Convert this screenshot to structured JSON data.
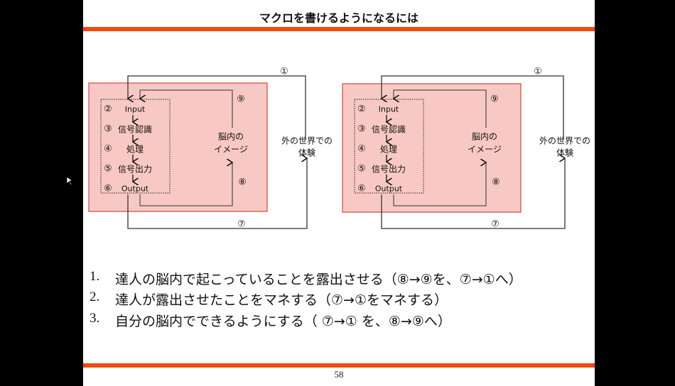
{
  "slide": {
    "title": "マクロを書けるようになるには",
    "page_number": "58",
    "accent_color": "#f24a0c",
    "box_color": "#f8c9c4"
  },
  "diagrams": [
    {
      "steps": [
        {
          "num": "②",
          "label": "Input"
        },
        {
          "num": "③",
          "label": "信号認識"
        },
        {
          "num": "④",
          "label": "処理"
        },
        {
          "num": "⑤",
          "label": "信号出力"
        },
        {
          "num": "⑥",
          "label": "Output"
        }
      ],
      "brain_line1": "脳内の",
      "brain_line2": "イメージ",
      "world_line1": "外の世界での",
      "world_line2": "体験",
      "arrow_labels": {
        "a1": "①",
        "a7": "⑦",
        "a8": "⑧",
        "a9": "⑨"
      }
    },
    {
      "steps": [
        {
          "num": "②",
          "label": "Input"
        },
        {
          "num": "③",
          "label": "信号認識"
        },
        {
          "num": "④",
          "label": "処理"
        },
        {
          "num": "⑤",
          "label": "信号出力"
        },
        {
          "num": "⑥",
          "label": "Output"
        }
      ],
      "brain_line1": "脳内の",
      "brain_line2": "イメージ",
      "world_line1": "外の世界での",
      "world_line2": "体験",
      "arrow_labels": {
        "a1": "①",
        "a7": "⑦",
        "a8": "⑧",
        "a9": "⑨"
      }
    }
  ],
  "list": [
    {
      "num": "1.",
      "text": "達人の脳内で起こっていることを露出させる（⑧→⑨を、⑦→①へ）"
    },
    {
      "num": "2.",
      "text": "達人が露出させたことをマネする（⑦→①をマネする）"
    },
    {
      "num": "3.",
      "text": "自分の脳内でできるようにする（ ⑦→① を、⑧→⑨へ）"
    }
  ]
}
